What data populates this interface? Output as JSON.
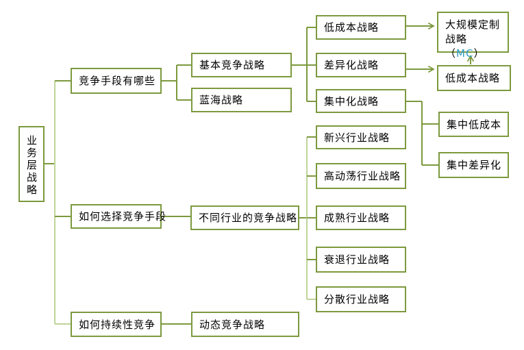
{
  "colors": {
    "box_border": "#7C993D",
    "connector": "#7C993D",
    "connector_light": "#BFD49A",
    "text": "#000000",
    "mc_text": "#2E9AC4",
    "background": "#FFFFFF"
  },
  "nodes": {
    "root": "业务层战略",
    "l1_methods": "竞争手段有哪些",
    "l1_choose": "如何选择竞争手段",
    "l1_sustain": "如何持续性竞争",
    "l2_basic": "基本竞争战略",
    "l2_blue_ocean": "蓝海战略",
    "l2_industry": "不同行业的竞争战略",
    "l2_dynamic": "动态竞争战略",
    "l3_low_cost": "低成本战略",
    "l3_differentiation": "差异化战略",
    "l3_focus": "集中化战略",
    "l3_emerging": "新兴行业战略",
    "l3_turbulent": "高动荡行业战略",
    "l3_mature": "成熟行业战略",
    "l3_declining": "衰退行业战略",
    "l3_fragmented": "分散行业战略",
    "l4_mc_pre": "大规模定制战略（",
    "l4_mc_code": "MC",
    "l4_mc_post": "）",
    "l4_low_cost": "低成本战略",
    "l4_focus_low_cost": "集中低成本",
    "l4_focus_differentiation": "集中差异化"
  }
}
